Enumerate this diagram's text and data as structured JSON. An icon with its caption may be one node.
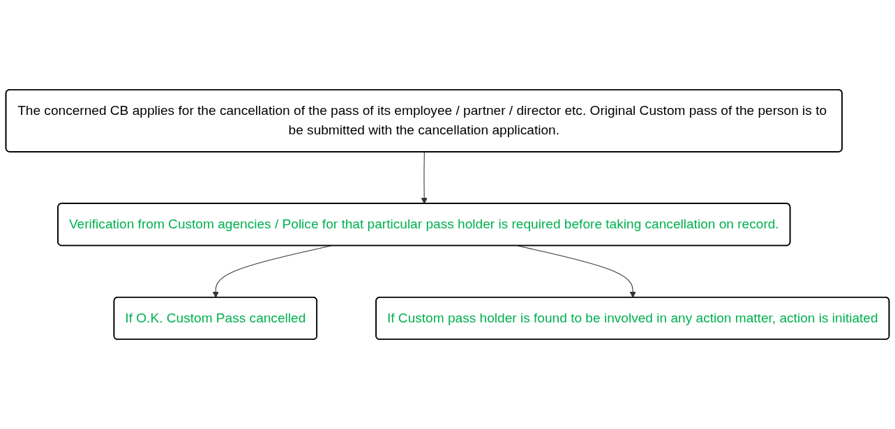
{
  "diagram": {
    "nodes": [
      {
        "text": [
          "The concerned CB applies for the cancellation of the pass of its employee / partner / director etc. Original Custom pass of the person is to be submitted with the cancellation application."
        ]
      },
      {
        "text": [
          "Verification from Custom agencies / Police for that particular pass holder is required before taking cancellation on record."
        ]
      },
      {
        "text": [
          "If O.K. Custom Pass cancelled"
        ]
      },
      {
        "text": [
          "If Custom pass holder is found to be involved in any action matter, action is initiated"
        ]
      }
    ],
    "edges": [
      {
        "from": 0,
        "to": 1,
        "arrow": "to"
      },
      {
        "from": 1,
        "to": 2,
        "arrow": "to"
      },
      {
        "from": 1,
        "to": 3,
        "arrow": "to"
      }
    ]
  }
}
